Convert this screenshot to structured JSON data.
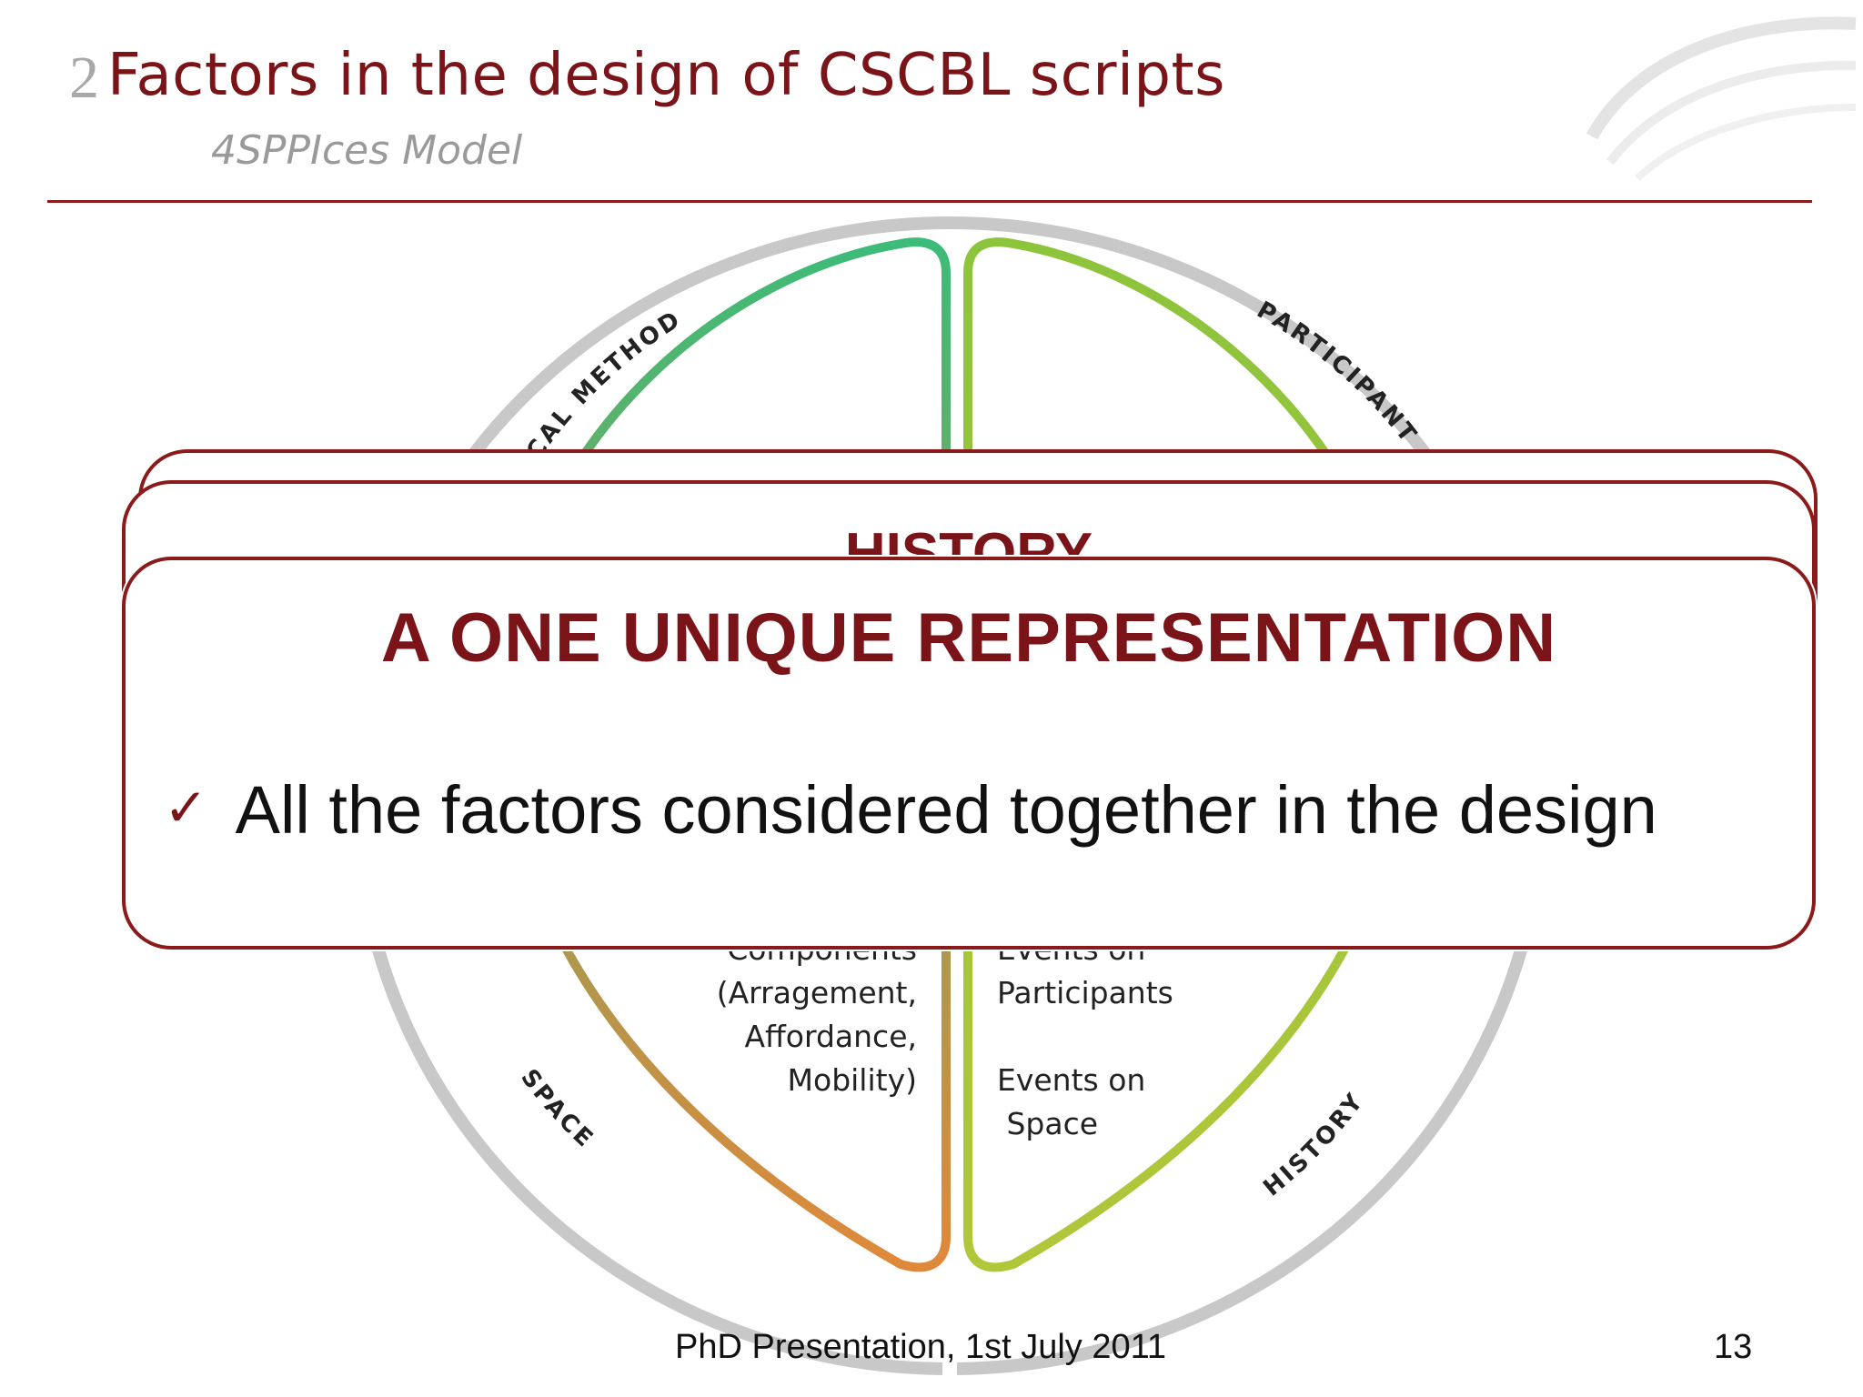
{
  "slide": {
    "number": "2",
    "title": "Factors in the design of CSCBL scripts",
    "subtitle": "4SPPIces Model"
  },
  "diagram": {
    "ring_labels": {
      "top_left": "OGICAL METHOD",
      "top_right": "PARTICIPANT",
      "bottom_left": "SPACE",
      "bottom_right": "HISTORY"
    },
    "bottom_left_text": [
      "Components",
      "(Arragement,",
      "Affordance,",
      "Mobility)"
    ],
    "bottom_right_text": [
      "Events on",
      "Participants",
      "",
      "Events on",
      " Space"
    ],
    "colors": {
      "ring": "#c8c8c8",
      "pedagogical": "#3dbb78",
      "participant": "#8cc43c",
      "space": "#e0883a",
      "history": "#b2c63a"
    }
  },
  "cards": {
    "back_title": "HISTORY",
    "front_title": "A ONE UNIQUE REPRESENTATION",
    "front_bullet": "All the factors considered together in the design",
    "check_icon": "checkmark-icon"
  },
  "footer": {
    "text": "PhD Presentation, 1st July 2011",
    "page": "13"
  },
  "colors": {
    "accent": "#8b1a1a",
    "title": "#7a1418"
  }
}
